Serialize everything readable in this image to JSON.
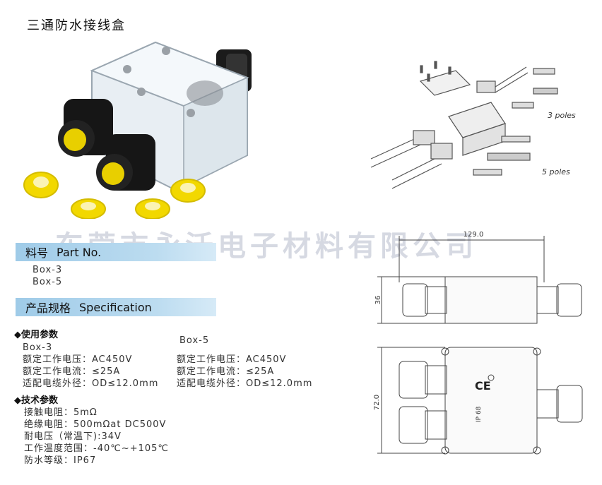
{
  "title": "三通防水接线盒",
  "part_no": {
    "label_cn": "料号",
    "label_en": "Part No.",
    "items": [
      "Box-3",
      "Box-5"
    ]
  },
  "spec": {
    "label_cn": "产品规格",
    "label_en": "Specification"
  },
  "usage": {
    "heading": "使用参数",
    "col1": {
      "model": "Box-3",
      "lines": [
        "额定工作电压：AC450V",
        "额定工作电流：≤25A",
        "适配电缆外径：OD≤12.0mm"
      ]
    },
    "col2": {
      "model": "Box-5",
      "lines": [
        "额定工作电压：AC450V",
        "额定工作电流：≤25A",
        "适配电缆外径：OD≤12.0mm"
      ]
    }
  },
  "tech": {
    "heading": "技术参数",
    "lines": [
      "接触电阻：5mΩ",
      "绝缘电阻：500mΩat DC500V",
      "耐电压（常温下):34V",
      "工作温度范围：-40℃~+105℃",
      "防水等级：IP67"
    ]
  },
  "diagram": {
    "poles3": "3 poles",
    "poles5": "5 poles"
  },
  "drawing": {
    "width": "129.0",
    "height_side": "36",
    "height_top": "72.0",
    "ce": "CE",
    "ip": "IP 68"
  },
  "watermark": "东莞市永沃电子材料有限公司"
}
